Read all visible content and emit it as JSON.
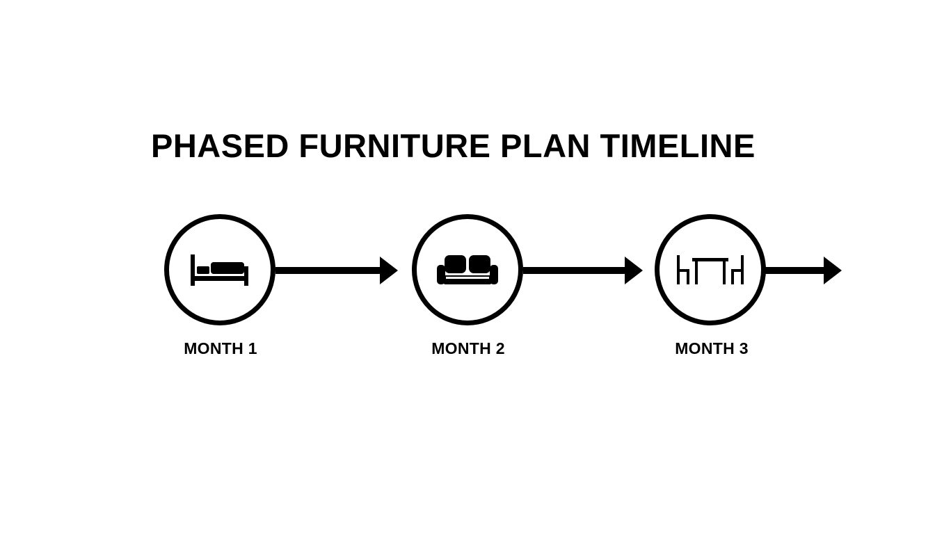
{
  "title": "PHASED FURNITURE PLAN TIMELINE",
  "colors": {
    "ink": "#000000",
    "background": "#ffffff"
  },
  "phases": [
    {
      "label": "MONTH 1",
      "icon": "bed-icon"
    },
    {
      "label": "MONTH 2",
      "icon": "sofa-icon"
    },
    {
      "label": "MONTH 3",
      "icon": "dining-table-icon"
    }
  ]
}
